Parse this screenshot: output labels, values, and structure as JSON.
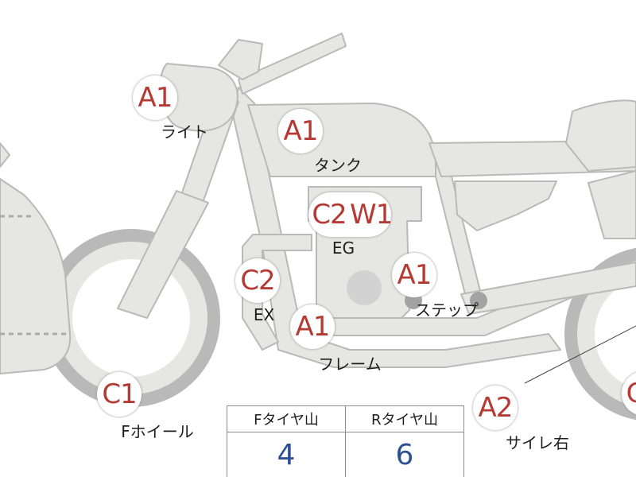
{
  "diagram": {
    "markers": [
      {
        "id": "light",
        "grade": "A1",
        "label": "ライト"
      },
      {
        "id": "tank",
        "grade": "A1",
        "label": "タンク"
      },
      {
        "id": "eg",
        "grade_left": "C2",
        "grade_right": "W1",
        "label": "EG"
      },
      {
        "id": "ex",
        "grade": "C2",
        "label": "EX"
      },
      {
        "id": "step",
        "grade": "A1",
        "label": "ステップ"
      },
      {
        "id": "frame",
        "grade": "A1",
        "label": "フレーム"
      },
      {
        "id": "front-wheel",
        "grade": "C1",
        "label": "Fホイール"
      },
      {
        "id": "muffler-right",
        "grade": "A2",
        "label": "サイレ右"
      },
      {
        "id": "rear-wheel",
        "grade": "C",
        "label": ""
      }
    ]
  },
  "tire_table": {
    "headers": [
      "Fタイヤ山",
      "Rタイヤ山"
    ],
    "values": [
      "4",
      "6"
    ]
  },
  "colors": {
    "marker_text": "#b53a34",
    "value_text": "#2d4f93",
    "bike_fill": "#e6e6e4",
    "bike_stroke": "#b9b9b9"
  }
}
